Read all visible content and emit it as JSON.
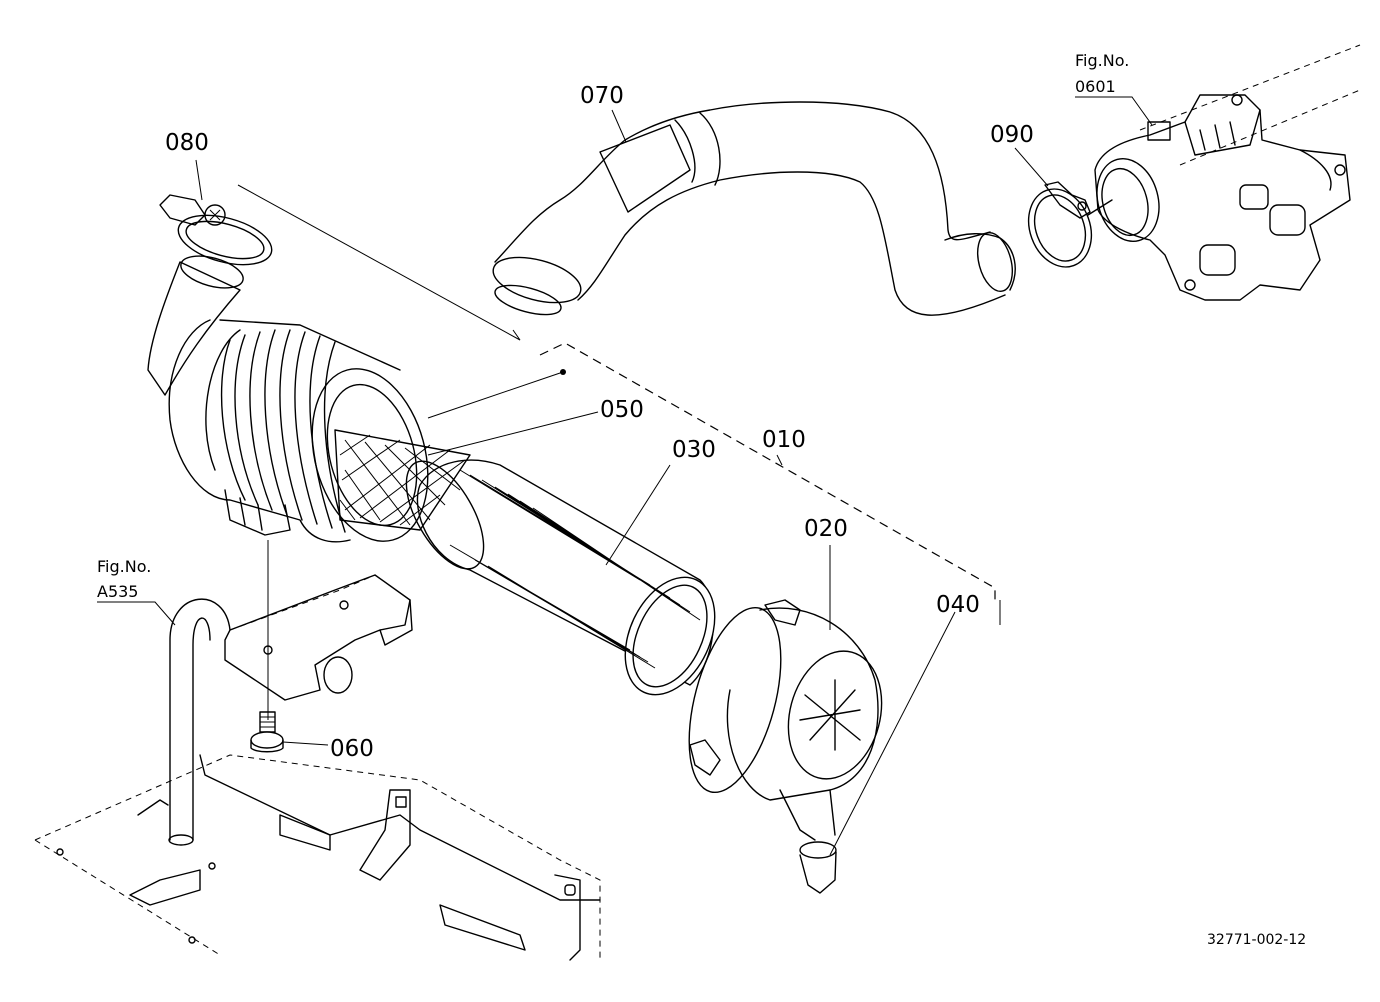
{
  "parts": [
    {
      "id": "p070",
      "label": "070"
    },
    {
      "id": "p080",
      "label": "080"
    },
    {
      "id": "p090",
      "label": "090"
    },
    {
      "id": "p050",
      "label": "050"
    },
    {
      "id": "p030",
      "label": "030"
    },
    {
      "id": "p010",
      "label": "010"
    },
    {
      "id": "p020",
      "label": "020"
    },
    {
      "id": "p040",
      "label": "040"
    },
    {
      "id": "p060",
      "label": "060"
    }
  ],
  "fig_refs": [
    {
      "line1": "Fig.No.",
      "line2": "0601"
    },
    {
      "line1": "Fig.No.",
      "line2": "A535"
    }
  ],
  "document_number": "32771-002-12"
}
